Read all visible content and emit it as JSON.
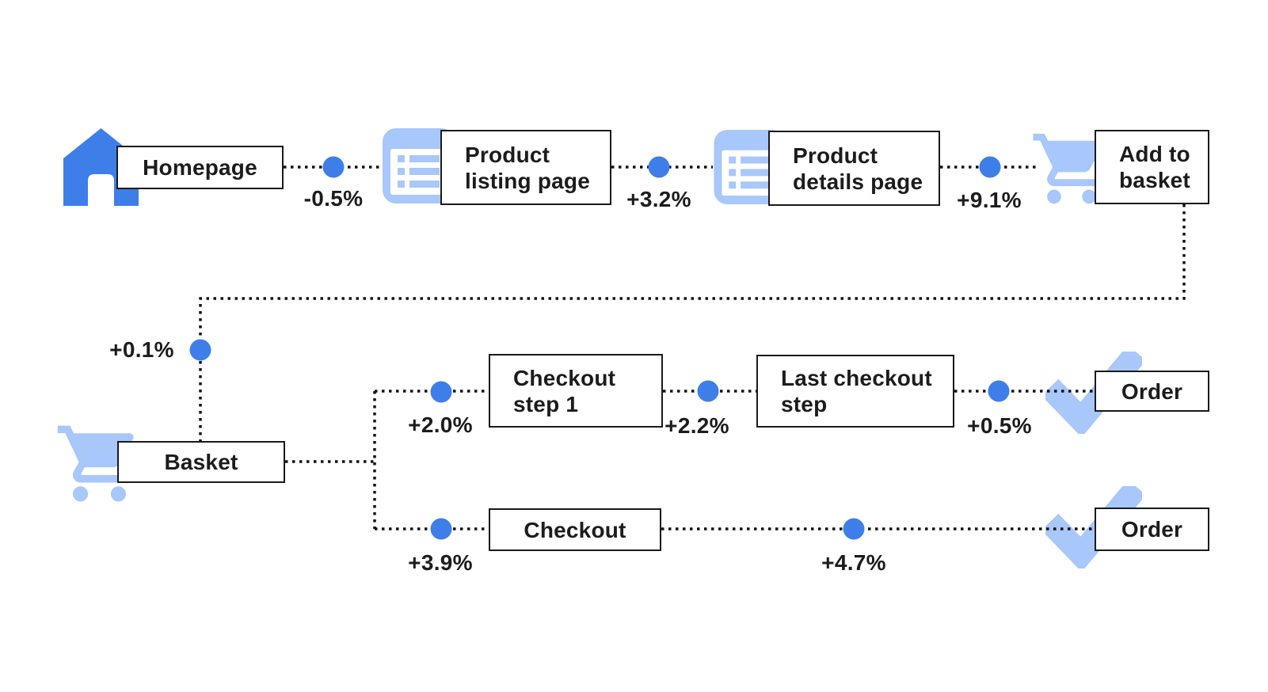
{
  "diagram": {
    "colors": {
      "accent_blue": "#3E7EE9",
      "light_blue": "#A8C7FA",
      "line_black": "#121212",
      "box_border": "#1A1A1A",
      "text": "#1C1C1C",
      "background": "#FFFFFF"
    },
    "nodes": [
      {
        "id": "homepage",
        "label": "Homepage",
        "icon": "home"
      },
      {
        "id": "product-listing-page",
        "label": "Product listing page",
        "icon": "list-page"
      },
      {
        "id": "product-details-page",
        "label": "Product details page",
        "icon": "list-page"
      },
      {
        "id": "add-to-basket",
        "label": "Add to basket",
        "icon": "cart"
      },
      {
        "id": "basket",
        "label": "Basket",
        "icon": "cart"
      },
      {
        "id": "checkout-step-1",
        "label": "Checkout step 1",
        "icon": null
      },
      {
        "id": "last-checkout-step",
        "label": "Last checkout step",
        "icon": null
      },
      {
        "id": "order-top",
        "label": "Order",
        "icon": "checkmark"
      },
      {
        "id": "checkout",
        "label": "Checkout",
        "icon": null
      },
      {
        "id": "order-bottom",
        "label": "Order",
        "icon": "checkmark"
      }
    ],
    "edges": [
      {
        "from": "homepage",
        "to": "product-listing-page",
        "delta": "-0.5%"
      },
      {
        "from": "product-listing-page",
        "to": "product-details-page",
        "delta": "+3.2%"
      },
      {
        "from": "product-details-page",
        "to": "add-to-basket",
        "delta": "+9.1%"
      },
      {
        "from": "add-to-basket",
        "to": "basket",
        "delta": "+0.1%"
      },
      {
        "from": "basket",
        "to": "checkout-step-1",
        "delta": "+2.0%"
      },
      {
        "from": "checkout-step-1",
        "to": "last-checkout-step",
        "delta": "+2.2%"
      },
      {
        "from": "last-checkout-step",
        "to": "order-top",
        "delta": "+0.5%"
      },
      {
        "from": "basket",
        "to": "checkout",
        "delta": "+3.9%"
      },
      {
        "from": "checkout",
        "to": "order-bottom",
        "delta": "+4.7%"
      }
    ]
  }
}
